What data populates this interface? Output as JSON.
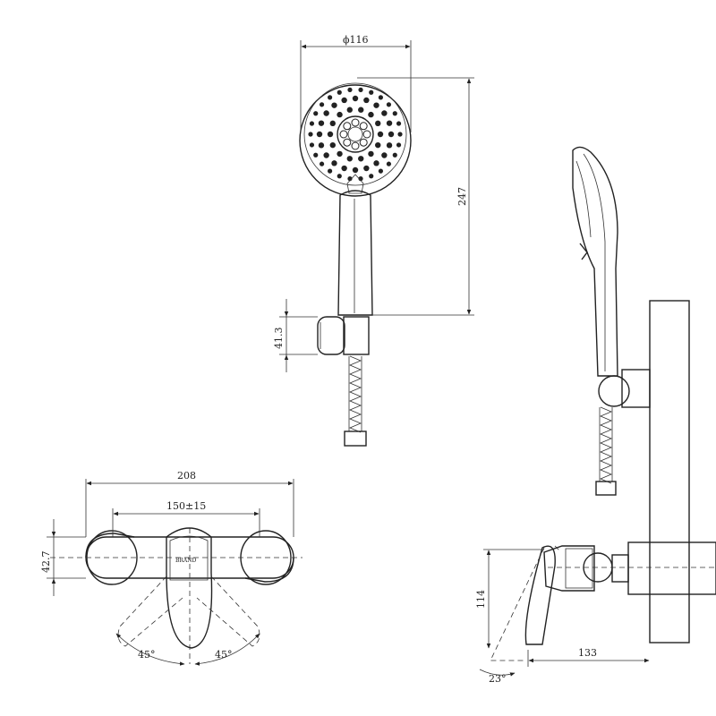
{
  "dimensions": {
    "head_diameter": "ϕ116",
    "handshower_length": "247",
    "holder_height": "41.3",
    "body_width": "208",
    "inlet_spacing": "150±15",
    "body_height": "42.7",
    "lever_angle_left": "45°",
    "lever_angle_right": "45°",
    "lever_height": "114",
    "wall_projection": "133",
    "lever_tilt": "23°"
  },
  "logo_text": "BRAND"
}
